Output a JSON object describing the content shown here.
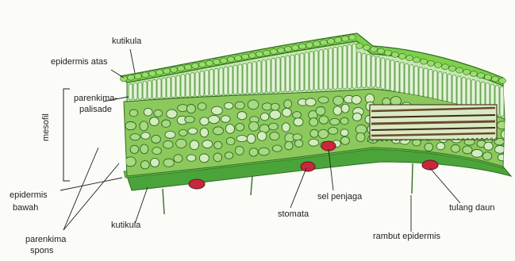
{
  "labels": {
    "kutikula_top": "kutikula",
    "epidermis_atas": "epidermis atas",
    "parenkima_palisade_1": "parenkima-",
    "parenkima_palisade_2": "palisade",
    "mesofil": "mesofil",
    "epidermis_bawah_1": "epidermis",
    "epidermis_bawah_2": "bawah",
    "parenkima_spons_1": "parenkima",
    "parenkima_spons_2": "spons",
    "kutikula_bottom": "kutikula",
    "stomata": "stomata",
    "sel_penjaga": "sel penjaga",
    "tulang_daun": "tulang daun",
    "rambut_epidermis": "rambut epidermis"
  },
  "colors": {
    "epidermis": "#7fd04a",
    "palisade": "#b9e3a0",
    "spongy": "#8cc85c",
    "lower_face": "#4aa43a",
    "guard_cells": "#c8283c",
    "vein": "#6a4a2a",
    "ink": "#1f1f1f"
  }
}
